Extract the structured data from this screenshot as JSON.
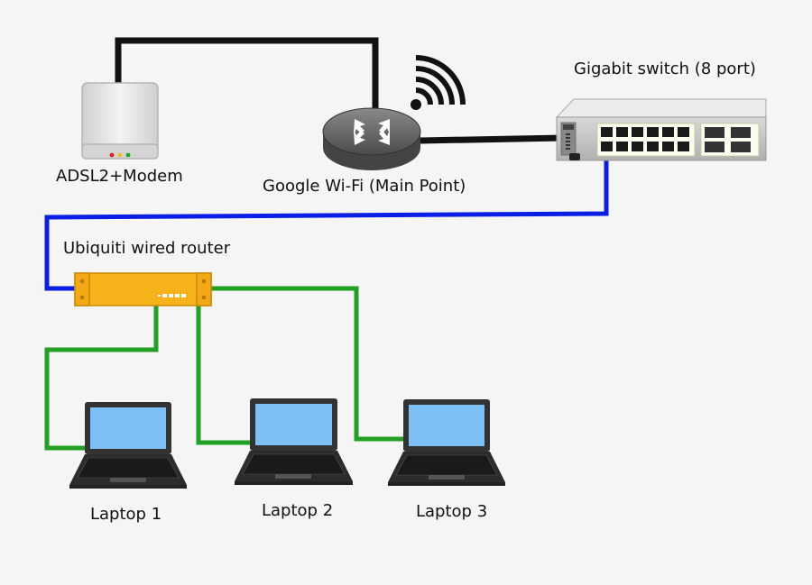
{
  "labels": {
    "modem": "ADSL2+Modem",
    "wifi": "Google Wi-Fi (Main Point)",
    "switch": "Gigabit switch (8 port)",
    "router": "Ubiquiti wired router",
    "laptop1": "Laptop 1",
    "laptop2": "Laptop 2",
    "laptop3": "Laptop 3"
  },
  "colors": {
    "background": "#f5f5f5",
    "cable_wan": "#111111",
    "cable_trunk": "#0a1ee6",
    "cable_lan": "#22a022",
    "router_body": "#f6b21b",
    "screen": "#7cc0f5"
  }
}
